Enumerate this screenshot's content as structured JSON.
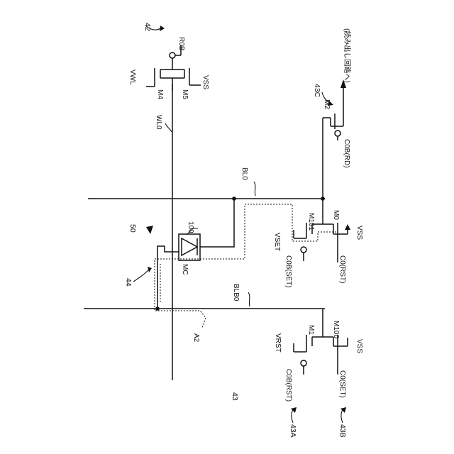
{
  "labels": {
    "ref_42": "42",
    "ref_43": "43",
    "ref_43A": "43A",
    "ref_43B": "43B",
    "ref_43C": "43C",
    "ref_44": "44",
    "ref_50": "50",
    "ref_100": "100",
    "MC": "MC",
    "A2": "A2",
    "WL0": "WL0",
    "BL0": "BL0",
    "BLB0": "BLB0",
    "R0B": "R0B",
    "VWL": "VWL",
    "VSS_top": "VSS",
    "M4": "M4",
    "M5": "M5",
    "M2": "M2",
    "C0B_RD": "C0B(RD)",
    "read_out": "(読み出し回路へ)",
    "VSET": "VSET",
    "M101": "M101",
    "M0": "M0",
    "VSS_mid": "VSS",
    "C0B_SET": "C0B(SET)",
    "C0_RST": "C0(RST)",
    "VRST": "VRST",
    "M1": "M1",
    "M100": "M100",
    "VSS_bot": "VSS",
    "C0B_RST": "C0B(RST)",
    "C0_SET": "C0(SET)"
  }
}
